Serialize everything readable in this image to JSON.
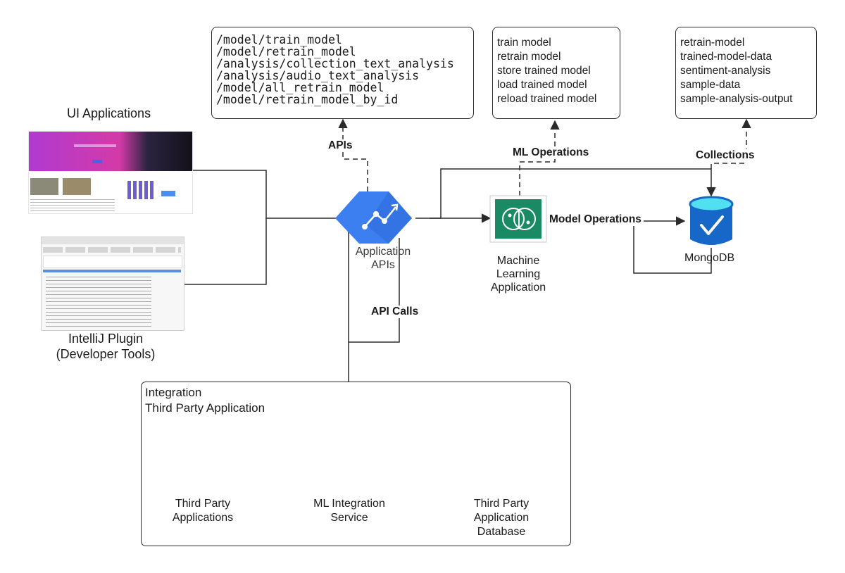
{
  "api_endpoints": [
    "/model/train_model",
    "/model/retrain_model",
    "/analysis/collection_text_analysis",
    "/analysis/audio_text_analysis",
    "/model/all_retrain_model",
    "/model/retrain_model_by_id"
  ],
  "ml_operations_list": [
    "train model",
    "retrain model",
    "store trained model",
    "load trained model",
    "reload trained model"
  ],
  "collections_list": [
    "retrain-model",
    "trained-model-data",
    "sentiment-analysis",
    "sample-data",
    "sample-analysis-output"
  ],
  "labels": {
    "apis": "APIs",
    "ml_operations": "ML Operations",
    "collections": "Collections",
    "model_operations": "Model Operations",
    "api_calls": "API Calls"
  },
  "nodes": {
    "ui_applications": "UI Applications",
    "intellij_line1": "IntelliJ Plugin",
    "intellij_line2": "(Developer Tools)",
    "app_apis_line1": "Application",
    "app_apis_line2": "APIs",
    "ml_app_line1": "Machine",
    "ml_app_line2": "Learning",
    "ml_app_line3": "Application",
    "mongodb": "MongoDB",
    "third_party_apps_line1": "Third Party",
    "third_party_apps_line2": "Applications",
    "ml_integration_line1": "ML Integration",
    "ml_integration_line2": "Service",
    "tp_db_line1": "Third Party",
    "tp_db_line2": "Application",
    "tp_db_line3": "Database"
  },
  "integration_group": {
    "line1": "Integration",
    "line2": "Third Party Application"
  },
  "colors": {
    "api_hex": "#3b7ff0",
    "ml_green": "#1a8a65",
    "db_blue": "#1667c7",
    "db_cyan": "#50e0f0",
    "line": "#2b2b2b"
  }
}
